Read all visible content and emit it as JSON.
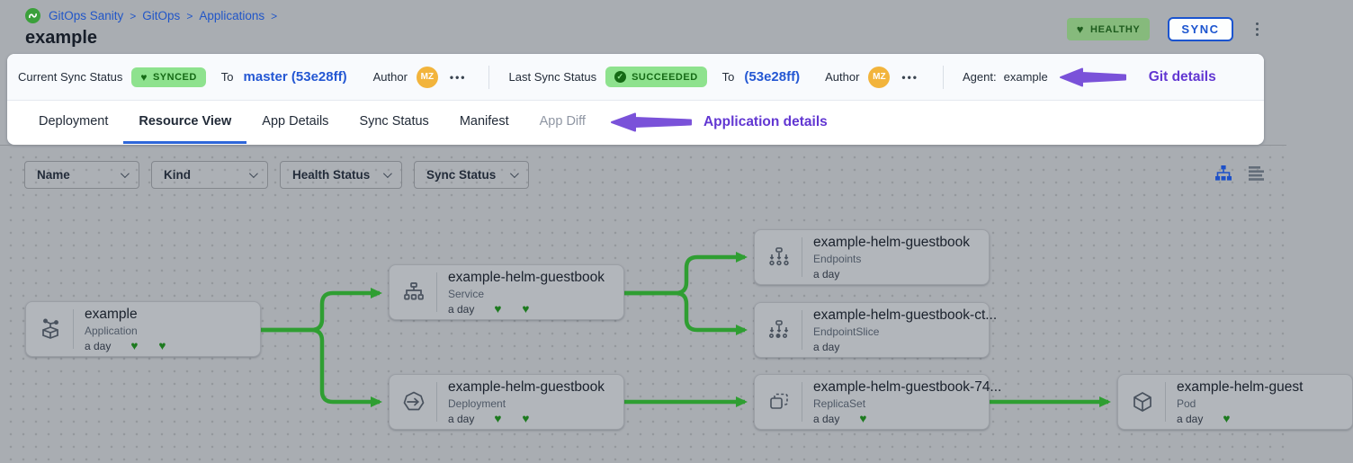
{
  "colors": {
    "accent_blue": "#2156c8",
    "annotation_purple": "#6237d2",
    "edge_green": "#2f9e32",
    "badge_green_bg": "#8ee28e",
    "badge_green_text": "#156a15",
    "health_badge_bg": "#86ba7c",
    "avatar_bg": "#f2b43c"
  },
  "icons": {
    "heart": "♥",
    "check": "✓",
    "more_horizontal": "•••"
  },
  "breadcrumb": {
    "items": [
      "GitOps Sanity",
      "GitOps",
      "Applications"
    ],
    "separator": ">"
  },
  "page_title": "example",
  "header_actions": {
    "health_badge": "HEALTHY",
    "sync_button": "SYNC"
  },
  "status_bar": {
    "current": {
      "label": "Current Sync Status",
      "badge": "SYNCED",
      "to": "To",
      "revision": "master (53e28ff)",
      "author": "Author",
      "avatar": "MZ"
    },
    "last": {
      "label": "Last Sync Status",
      "badge": "SUCCEEDED",
      "to": "To",
      "revision": "(53e28ff)",
      "author": "Author",
      "avatar": "MZ"
    },
    "agent_label": "Agent:",
    "agent_value": "example",
    "annotation": "Git details"
  },
  "tabs": {
    "items": [
      "Deployment",
      "Resource View",
      "App Details",
      "Sync Status",
      "Manifest",
      "App Diff"
    ],
    "active": "Resource View",
    "annotation": "Application details"
  },
  "filters": {
    "dropdowns": [
      "Name",
      "Kind",
      "Health Status",
      "Sync Status"
    ]
  },
  "nodes": [
    {
      "title": "example",
      "kind": "Application",
      "age": "a day",
      "hearts": [
        "♥",
        "♥"
      ],
      "icon": "application"
    },
    {
      "title": "example-helm-guestbook",
      "kind": "Service",
      "age": "a day",
      "hearts": [
        "♥",
        "♥"
      ],
      "icon": "service"
    },
    {
      "title": "example-helm-guestbook",
      "kind": "Deployment",
      "age": "a day",
      "hearts": [
        "♥",
        "♥"
      ],
      "icon": "deployment"
    },
    {
      "title": "example-helm-guestbook",
      "kind": "Endpoints",
      "age": "a day",
      "hearts": [],
      "icon": "endpoints"
    },
    {
      "title": "example-helm-guestbook-ct...",
      "kind": "EndpointSlice",
      "age": "a day",
      "hearts": [],
      "icon": "endpointslice"
    },
    {
      "title": "example-helm-guestbook-74...",
      "kind": "ReplicaSet",
      "age": "a day",
      "hearts": [
        "♥"
      ],
      "icon": "replicaset"
    },
    {
      "title": "example-helm-guest",
      "kind": "Pod",
      "age": "a day",
      "hearts": [
        "♥"
      ],
      "icon": "pod"
    }
  ]
}
